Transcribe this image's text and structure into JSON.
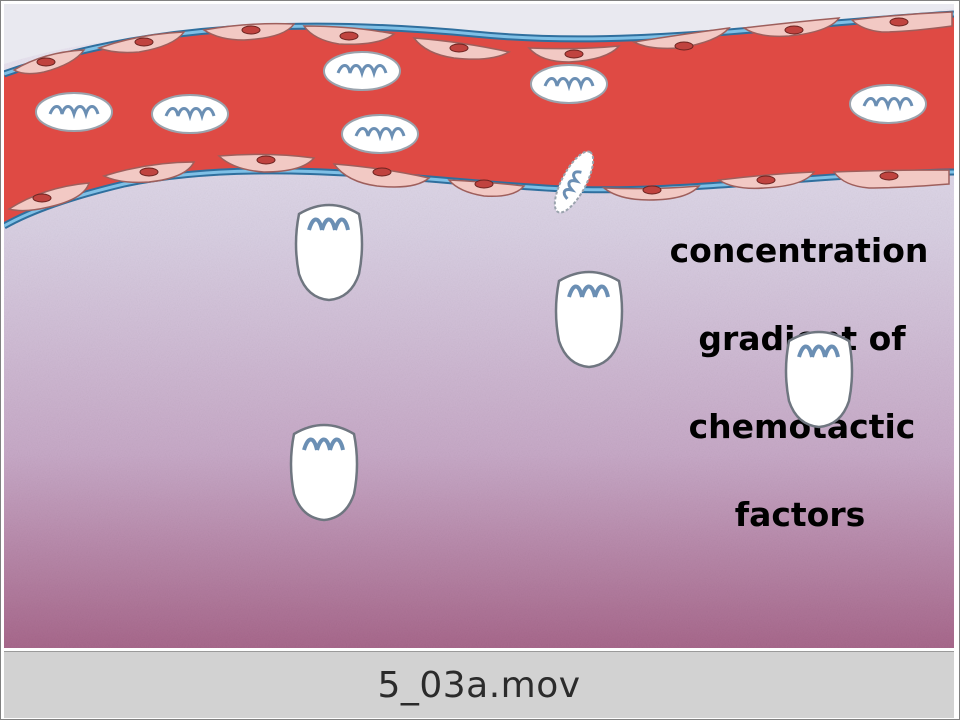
{
  "diagram": {
    "label_lines": [
      "concentration",
      "gradient of",
      "chemotactic",
      "factors"
    ]
  },
  "caption": {
    "filename": "5_03a.mov"
  },
  "colors": {
    "blood": "#df4a44",
    "vessel_wall": "#4f96c8",
    "endothelium": "#f2c9c4",
    "tissue_top": "#e6e2ef",
    "tissue_bottom": "#b07796",
    "leukocyte": "#ffffff",
    "granule": "#7fb2d4",
    "caption_bar": "#d2d2d2"
  }
}
